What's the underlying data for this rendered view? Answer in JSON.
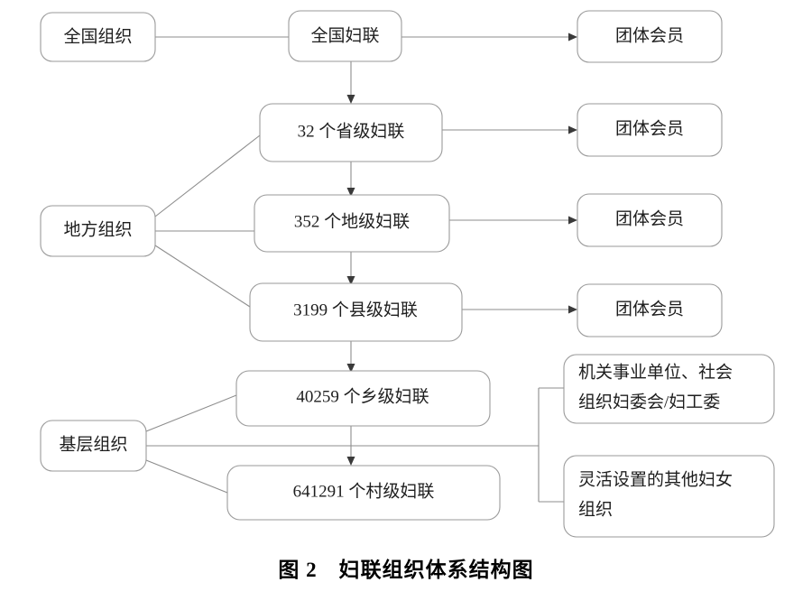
{
  "figure": {
    "caption": "图 2　妇联组织体系结构图",
    "caption_number": "图 2",
    "caption_title": "妇联组织体系结构图"
  },
  "colors": {
    "box_stroke": "#9a9a9a",
    "connector": "#8d8d8d",
    "arrow": "#3a3a3a",
    "text": "#1e1e1e",
    "background": "#ffffff"
  },
  "chart_data": {
    "type": "diagram",
    "title": "妇联组织体系结构图",
    "categories": [
      "全国组织",
      "地方组织",
      "基层组织"
    ],
    "nodes": [
      {
        "id": "n_national_category",
        "label": "全国组织",
        "column": "category",
        "level": 0
      },
      {
        "id": "n_national_body",
        "label": "全国妇联",
        "column": "main",
        "level": 0
      },
      {
        "id": "n_member_1",
        "label": "团体会员",
        "column": "member",
        "level": 0
      },
      {
        "id": "n_local_category",
        "label": "地方组织",
        "column": "category",
        "level": 1
      },
      {
        "id": "n_province",
        "label": "32 个省级妇联",
        "column": "main",
        "level": 1,
        "count": 32,
        "unit": "个",
        "tier": "省级妇联"
      },
      {
        "id": "n_member_2",
        "label": "团体会员",
        "column": "member",
        "level": 1
      },
      {
        "id": "n_prefecture",
        "label": "352 个地级妇联",
        "column": "main",
        "level": 2,
        "count": 352,
        "unit": "个",
        "tier": "地级妇联"
      },
      {
        "id": "n_member_3",
        "label": "团体会员",
        "column": "member",
        "level": 2
      },
      {
        "id": "n_county",
        "label": "3199 个县级妇联",
        "column": "main",
        "level": 3,
        "count": 3199,
        "unit": "个",
        "tier": "县级妇联"
      },
      {
        "id": "n_member_4",
        "label": "团体会员",
        "column": "member",
        "level": 3
      },
      {
        "id": "n_grassroots_category",
        "label": "基层组织",
        "column": "category",
        "level": 4
      },
      {
        "id": "n_township",
        "label": "40259 个乡级妇联",
        "column": "main",
        "level": 4,
        "count": 40259,
        "unit": "个",
        "tier": "乡级妇联"
      },
      {
        "id": "n_village",
        "label": "641291 个村级妇联",
        "column": "main",
        "level": 5,
        "count": 641291,
        "unit": "个",
        "tier": "村级妇联"
      },
      {
        "id": "n_aux_1_line1",
        "label": "机关事业单位、社会",
        "column": "member",
        "level": 4
      },
      {
        "id": "n_aux_1_line2",
        "label": "组织妇委会/妇工委",
        "column": "member",
        "level": 4
      },
      {
        "id": "n_aux_2_line1",
        "label": "灵活设置的其他妇女",
        "column": "member",
        "level": 5
      },
      {
        "id": "n_aux_2_line2",
        "label": "组织",
        "column": "member",
        "level": 5
      }
    ],
    "edges": [
      {
        "from": "n_national_category",
        "to": "n_national_body",
        "style": "line"
      },
      {
        "from": "n_national_body",
        "to": "n_member_1",
        "style": "arrow"
      },
      {
        "from": "n_national_body",
        "to": "n_province",
        "style": "arrow"
      },
      {
        "from": "n_local_category",
        "to": "n_province",
        "style": "line"
      },
      {
        "from": "n_local_category",
        "to": "n_prefecture",
        "style": "line"
      },
      {
        "from": "n_local_category",
        "to": "n_county",
        "style": "line"
      },
      {
        "from": "n_province",
        "to": "n_member_2",
        "style": "line"
      },
      {
        "from": "n_province",
        "to": "n_prefecture",
        "style": "arrow"
      },
      {
        "from": "n_prefecture",
        "to": "n_member_3",
        "style": "arrow"
      },
      {
        "from": "n_prefecture",
        "to": "n_county",
        "style": "arrow"
      },
      {
        "from": "n_county",
        "to": "n_member_4",
        "style": "arrow"
      },
      {
        "from": "n_county",
        "to": "n_township",
        "style": "arrow"
      },
      {
        "from": "n_grassroots_category",
        "to": "n_township",
        "style": "line"
      },
      {
        "from": "n_grassroots_category",
        "to": "n_village",
        "style": "line"
      },
      {
        "from": "n_grassroots_category",
        "to": "n_aux_1_line1",
        "style": "line"
      },
      {
        "from": "n_grassroots_category",
        "to": "n_aux_2_line1",
        "style": "line"
      },
      {
        "from": "n_township",
        "to": "n_village",
        "style": "arrow"
      }
    ]
  }
}
